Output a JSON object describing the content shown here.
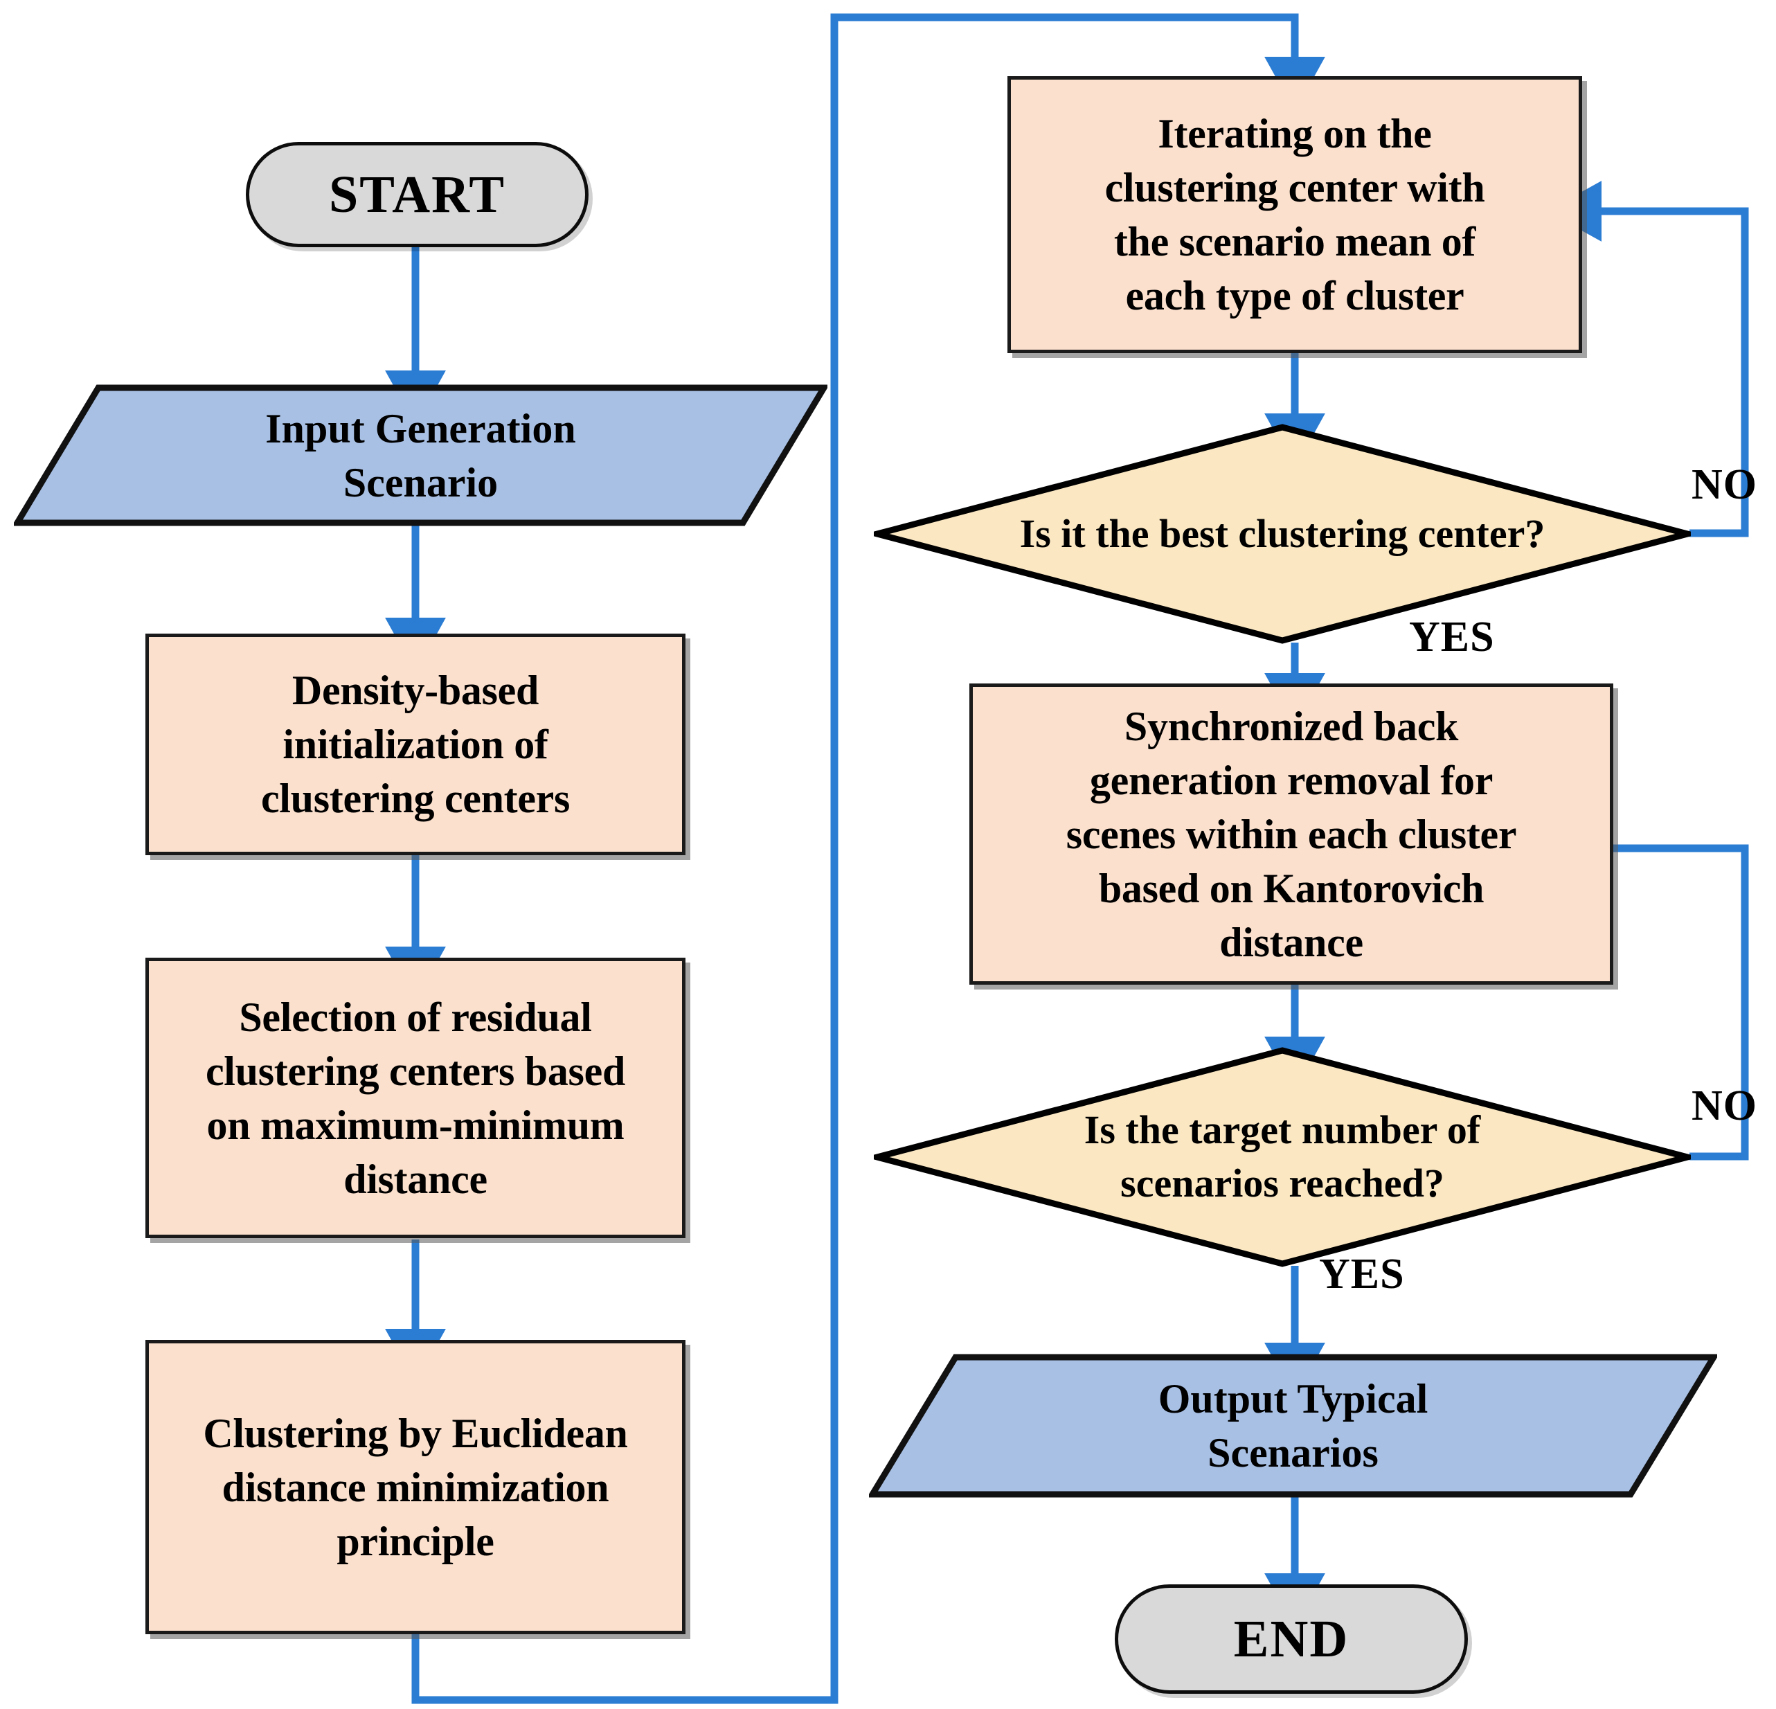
{
  "diagram": {
    "title": "Scenario clustering and reduction flowchart",
    "colors": {
      "terminator_fill": "#d9d9d9",
      "process_fill": "#fbe0cd",
      "io_fill": "#a8c0e4",
      "decision_fill": "#fbe8c3",
      "border": "#1a1a1a",
      "connector": "#2b7cd3"
    }
  },
  "nodes": {
    "start": {
      "label": "START",
      "type": "terminator"
    },
    "input_scenario": {
      "label": "Input Generation\nScenario",
      "type": "io"
    },
    "density_init": {
      "label": "Density-based\ninitialization of\nclustering centers",
      "type": "process"
    },
    "residual_selection": {
      "label": "Selection of residual\nclustering centers based\non maximum-minimum\ndistance",
      "type": "process"
    },
    "euclidean_clustering": {
      "label": "Clustering by Euclidean\ndistance minimization\nprinciple",
      "type": "process"
    },
    "iterate_center": {
      "label": "Iterating on the\nclustering center with\nthe scenario mean of\neach type of cluster",
      "type": "process"
    },
    "best_center_decision": {
      "label": "Is it the best clustering center?",
      "type": "decision"
    },
    "kantorovich_removal": {
      "label": "Synchronized back\ngeneration removal for\nscenes within each cluster\nbased on Kantorovich\ndistance",
      "type": "process"
    },
    "target_reached_decision": {
      "label": "Is the target number of\nscenarios reached?",
      "type": "decision"
    },
    "output_scenarios": {
      "label": "Output Typical\nScenarios",
      "type": "io"
    },
    "end": {
      "label": "END",
      "type": "terminator"
    }
  },
  "edge_labels": {
    "best_center_no": "NO",
    "best_center_yes": "YES",
    "target_no": "NO",
    "target_yes": "YES"
  }
}
